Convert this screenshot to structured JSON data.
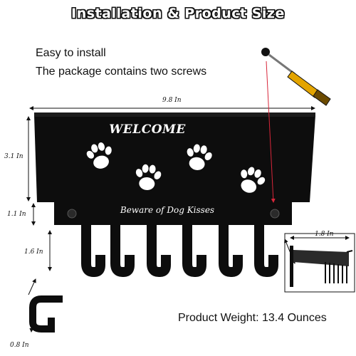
{
  "title": "Installation & Product Size",
  "info": {
    "line1": "Easy to install",
    "line2": "The package contains two screws"
  },
  "product": {
    "welcome_text": "WELCOME",
    "beware_text": "Beware of Dog Kisses"
  },
  "dimensions": {
    "width": "9.8 In",
    "board_height": "3.1 In",
    "rail_height": "1.1 In",
    "hook_length": "1.6 In",
    "hook_depth": "0.8 In",
    "side_depth": "1.8 In"
  },
  "weight": "Product Weight: 13.4 Ounces",
  "colors": {
    "product": "#0d0d0d",
    "screwdriver_handle": "#e3a400",
    "guide_line": "#d8263a"
  },
  "icons": [
    "screwdriver-icon",
    "screw-icon",
    "paw-print-icon",
    "hook-icon",
    "arrow-icon"
  ]
}
